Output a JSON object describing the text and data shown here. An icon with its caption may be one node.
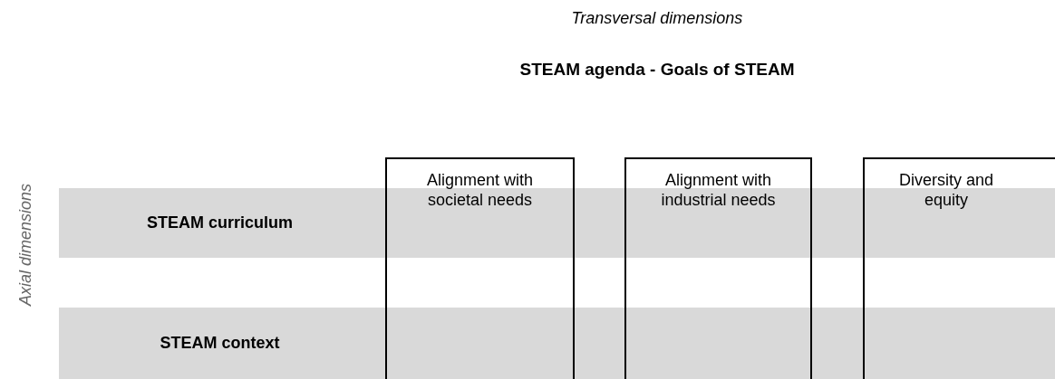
{
  "diagram": {
    "nodes": [
      {
        "text": [
          "Alignment with societal needs"
        ]
      },
      {
        "text": [
          "Alignment with industrial needs"
        ]
      },
      {
        "text": [
          "Diversity and equity"
        ]
      },
      {
        "text": [
          "STEAM curriculum"
        ]
      },
      {
        "text": [
          "STEAM context"
        ]
      }
    ],
    "labels": [
      "Transversal dimensions",
      "STEAM agenda - Goals of STEAM",
      "Axial dimensions"
    ]
  }
}
